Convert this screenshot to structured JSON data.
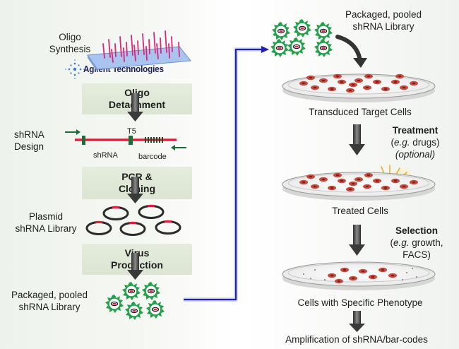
{
  "left": {
    "oligo_synthesis": [
      "Oligo",
      "Synthesis"
    ],
    "brand": "Agilent Technologies",
    "steps": {
      "detachment": [
        "Oligo",
        "Detachment"
      ],
      "pcr": [
        "PCR &",
        "Cloning"
      ],
      "virus": [
        "Virus",
        "Production"
      ]
    },
    "design": {
      "title": [
        "shRNA",
        "Design"
      ],
      "t5_label": "T5",
      "shrna_label": "shRNA",
      "barcode_label": "barcode"
    },
    "plasmid_library": [
      "Plasmid",
      "shRNA Library"
    ],
    "packaged_library": [
      "Packaged, pooled",
      "shRNA Library"
    ]
  },
  "right": {
    "packaged_library": [
      "Packaged, pooled",
      "shRNA Library"
    ],
    "transduced": "Transduced Target Cells",
    "treatment": {
      "title": "Treatment",
      "example_prefix": "(",
      "example_eg": "e.g.",
      "example_rest": " drugs)",
      "optional": "(optional)"
    },
    "treated": "Treated Cells",
    "selection": {
      "title": "Selection",
      "example_prefix": "(",
      "example_eg": "e.g.",
      "example_rest": " growth,",
      "example_line2": "FACS)"
    },
    "phenotype": "Cells with Specific Phenotype",
    "amplification": "Amplification of shRNA/bar-codes"
  },
  "colors": {
    "dna_red": "#e0203a",
    "dna_green": "#1f6a3a",
    "virus_green": "#23a04a",
    "connector_blue": "#2020b0",
    "arrow_gray": "#4a4a4a",
    "step_box": "#dde6d4",
    "chip_blue": "#6a8fd0",
    "chip_pink": "#d8287a",
    "cell_red": "#c84a3e"
  }
}
